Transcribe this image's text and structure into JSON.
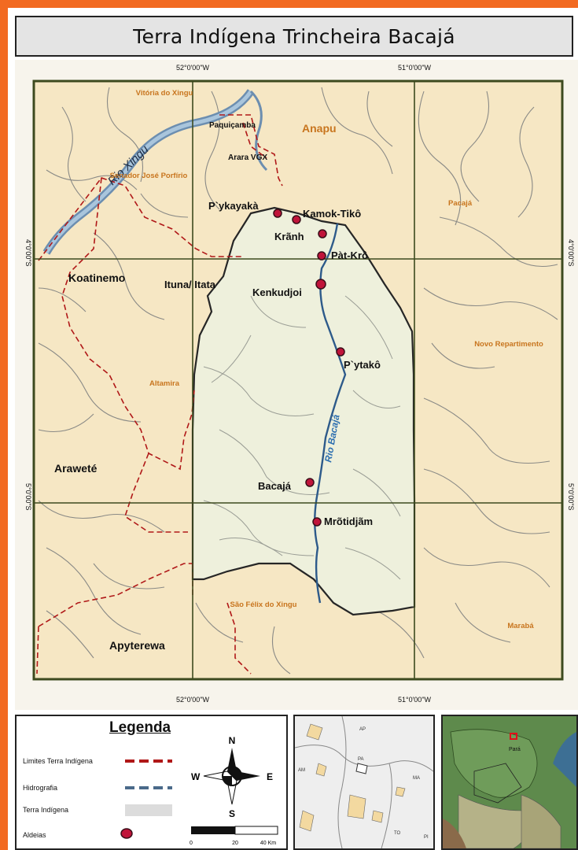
{
  "title": "Terra Indígena Trincheira Bacajá",
  "grid": {
    "lon_left": "52°0'00\"W",
    "lon_right": "51°0'00\"W",
    "lat_top": "4°0'00\"S",
    "lat_bottom": "5°0'00\"S"
  },
  "rivers": {
    "xingu": "Rio Xingu",
    "bacaja": "Rio Bacajá"
  },
  "municipalities": [
    "Vitória do Xingu",
    "Anapu",
    "Senador José Porfírio",
    "Pacajá",
    "Altamira",
    "Novo Repartimento",
    "São Félix do Xingu",
    "Marabá"
  ],
  "indigenous_lands": [
    "Paquiçamba",
    "Arara VGX",
    "Koatinemo",
    "Ituna/ Itata",
    "Araweté",
    "Apyterewa"
  ],
  "villages": [
    "P`ykayakà",
    "Kamok-Tikô",
    "Krãnh",
    "Pàt-Krô",
    "Kenkudjoi",
    "P`ytakô",
    "Bacajá",
    "Mrõtidjãm"
  ],
  "legend": {
    "title": "Legenda",
    "items": [
      "Limites Terra Indígena",
      "Hidrografia",
      "Terra Indígena",
      "Aldeias"
    ],
    "compass": {
      "n": "N",
      "s": "S",
      "e": "E",
      "w": "W"
    },
    "scale": [
      "0",
      "20",
      "40 Km"
    ]
  },
  "inset_states": [
    "AP",
    "AM",
    "PA",
    "MA",
    "TO",
    "PI"
  ],
  "inset_brazil_label": "Pará",
  "colors": {
    "accent_frame": "#f26a21",
    "land": "#f6e7c4",
    "ti_fill": "#eef0dc",
    "boundary": "#b01818",
    "river": "#4a7fae",
    "village": "#c0143a",
    "grid": "#3d4a1e"
  }
}
